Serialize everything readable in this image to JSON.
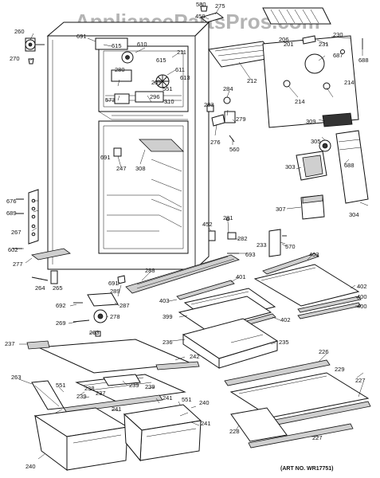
{
  "watermark": "AppliancePartsPros.com",
  "art_no": "(ART NO. WR17751)",
  "labels": [
    {
      "id": "580a",
      "text": "580"
    },
    {
      "id": "275",
      "text": "275"
    },
    {
      "id": "450",
      "text": "450"
    },
    {
      "id": "206",
      "text": "206"
    },
    {
      "id": "231",
      "text": "231"
    },
    {
      "id": "230",
      "text": "230"
    },
    {
      "id": "201",
      "text": "201"
    },
    {
      "id": "260",
      "text": "260"
    },
    {
      "id": "691a",
      "text": "691"
    },
    {
      "id": "615a",
      "text": "615"
    },
    {
      "id": "610",
      "text": "610"
    },
    {
      "id": "211",
      "text": "211"
    },
    {
      "id": "687",
      "text": "687"
    },
    {
      "id": "688a",
      "text": "688"
    },
    {
      "id": "270",
      "text": "270"
    },
    {
      "id": "615b",
      "text": "615"
    },
    {
      "id": "280",
      "text": "280"
    },
    {
      "id": "611",
      "text": "611"
    },
    {
      "id": "613",
      "text": "613"
    },
    {
      "id": "212",
      "text": "212"
    },
    {
      "id": "209",
      "text": "209"
    },
    {
      "id": "214a",
      "text": "214"
    },
    {
      "id": "214b",
      "text": "214"
    },
    {
      "id": "551a",
      "text": "551"
    },
    {
      "id": "573",
      "text": "573"
    },
    {
      "id": "296",
      "text": "296"
    },
    {
      "id": "310",
      "text": "310"
    },
    {
      "id": "284",
      "text": "284"
    },
    {
      "id": "283",
      "text": "283"
    },
    {
      "id": "279",
      "text": "279"
    },
    {
      "id": "309",
      "text": "309"
    },
    {
      "id": "276",
      "text": "276"
    },
    {
      "id": "560",
      "text": "560"
    },
    {
      "id": "305",
      "text": "305"
    },
    {
      "id": "691b",
      "text": "691"
    },
    {
      "id": "247",
      "text": "247"
    },
    {
      "id": "308",
      "text": "308"
    },
    {
      "id": "303",
      "text": "303"
    },
    {
      "id": "688b",
      "text": "688"
    },
    {
      "id": "676",
      "text": "676"
    },
    {
      "id": "689",
      "text": "689"
    },
    {
      "id": "307",
      "text": "307"
    },
    {
      "id": "304",
      "text": "304"
    },
    {
      "id": "267",
      "text": "267"
    },
    {
      "id": "452",
      "text": "452"
    },
    {
      "id": "281",
      "text": "281"
    },
    {
      "id": "282",
      "text": "282"
    },
    {
      "id": "233",
      "text": "233"
    },
    {
      "id": "570",
      "text": "570"
    },
    {
      "id": "602",
      "text": "602"
    },
    {
      "id": "693",
      "text": "693"
    },
    {
      "id": "403a",
      "text": "403"
    },
    {
      "id": "277",
      "text": "277"
    },
    {
      "id": "288",
      "text": "288"
    },
    {
      "id": "401",
      "text": "401"
    },
    {
      "id": "264",
      "text": "264"
    },
    {
      "id": "265",
      "text": "265"
    },
    {
      "id": "691c",
      "text": "691"
    },
    {
      "id": "289",
      "text": "289"
    },
    {
      "id": "402a",
      "text": "402"
    },
    {
      "id": "403b",
      "text": "403"
    },
    {
      "id": "400a",
      "text": "400"
    },
    {
      "id": "692",
      "text": "692"
    },
    {
      "id": "287",
      "text": "287"
    },
    {
      "id": "400b",
      "text": "400"
    },
    {
      "id": "278",
      "text": "278"
    },
    {
      "id": "399",
      "text": "399"
    },
    {
      "id": "402b",
      "text": "402"
    },
    {
      "id": "269",
      "text": "269"
    },
    {
      "id": "263a",
      "text": "263"
    },
    {
      "id": "236",
      "text": "236"
    },
    {
      "id": "235",
      "text": "235"
    },
    {
      "id": "226",
      "text": "226"
    },
    {
      "id": "237",
      "text": "237"
    },
    {
      "id": "242",
      "text": "242"
    },
    {
      "id": "229",
      "text": "229"
    },
    {
      "id": "263b",
      "text": "263"
    },
    {
      "id": "551b",
      "text": "551"
    },
    {
      "id": "238",
      "text": "238"
    },
    {
      "id": "239a",
      "text": "239"
    },
    {
      "id": "239b",
      "text": "239"
    },
    {
      "id": "227a",
      "text": "227"
    },
    {
      "id": "239c",
      "text": "239"
    },
    {
      "id": "237b",
      "text": "237"
    },
    {
      "id": "241a",
      "text": "241"
    },
    {
      "id": "551c",
      "text": "551"
    },
    {
      "id": "240a",
      "text": "240"
    },
    {
      "id": "241b",
      "text": "241"
    },
    {
      "id": "228",
      "text": "228"
    },
    {
      "id": "241c",
      "text": "241"
    },
    {
      "id": "227b",
      "text": "227"
    },
    {
      "id": "240b",
      "text": "240"
    }
  ]
}
